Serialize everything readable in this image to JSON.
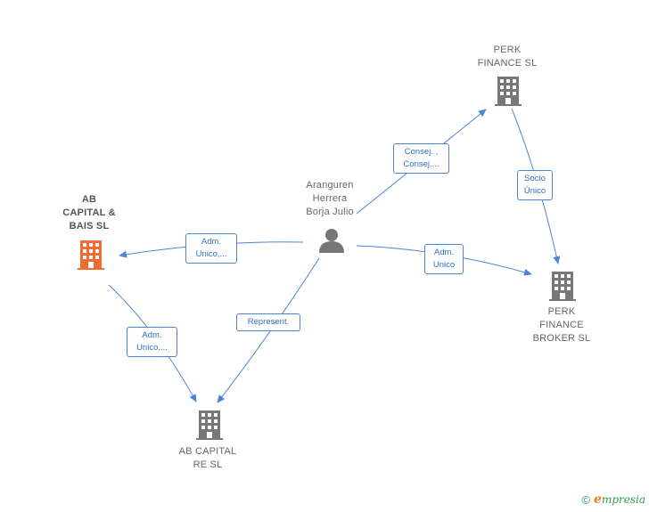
{
  "colors": {
    "edge": "#4a86d4",
    "company_icon": "#777777",
    "company_icon_highlight": "#ef6c35",
    "person_icon": "#777777"
  },
  "nodes": {
    "person_aranguren": {
      "lines": [
        "Aranguren",
        "Herrera",
        "Borja Julio"
      ],
      "icon": "person-icon"
    },
    "ab_capital_bais": {
      "lines": [
        "AB",
        "CAPITAL &",
        "BAIS  SL"
      ],
      "icon": "building-icon"
    },
    "perk_finance": {
      "lines": [
        "PERK",
        "FINANCE  SL"
      ],
      "icon": "building-icon"
    },
    "perk_finance_broker": {
      "lines": [
        "PERK",
        "FINANCE",
        "BROKER  SL"
      ],
      "icon": "building-icon"
    },
    "ab_capital_re": {
      "lines": [
        "AB CAPITAL",
        "RE  SL"
      ],
      "icon": "building-icon"
    }
  },
  "edges": {
    "consej": {
      "lines": [
        "Consej. ,",
        "Consej...."
      ]
    },
    "socio": {
      "lines": [
        "Socio",
        "Único"
      ]
    },
    "adm_unico_bais": {
      "lines": [
        "Adm.",
        "Unico,..."
      ]
    },
    "adm_unico_broker": {
      "lines": [
        "Adm.",
        "Unico"
      ]
    },
    "represent": {
      "lines": [
        "Represent."
      ]
    },
    "adm_unico_re": {
      "lines": [
        "Adm.",
        "Unico,..."
      ]
    }
  },
  "footer": {
    "copyright": "©",
    "brand_initial": "e",
    "brand_rest": "mpresia"
  }
}
